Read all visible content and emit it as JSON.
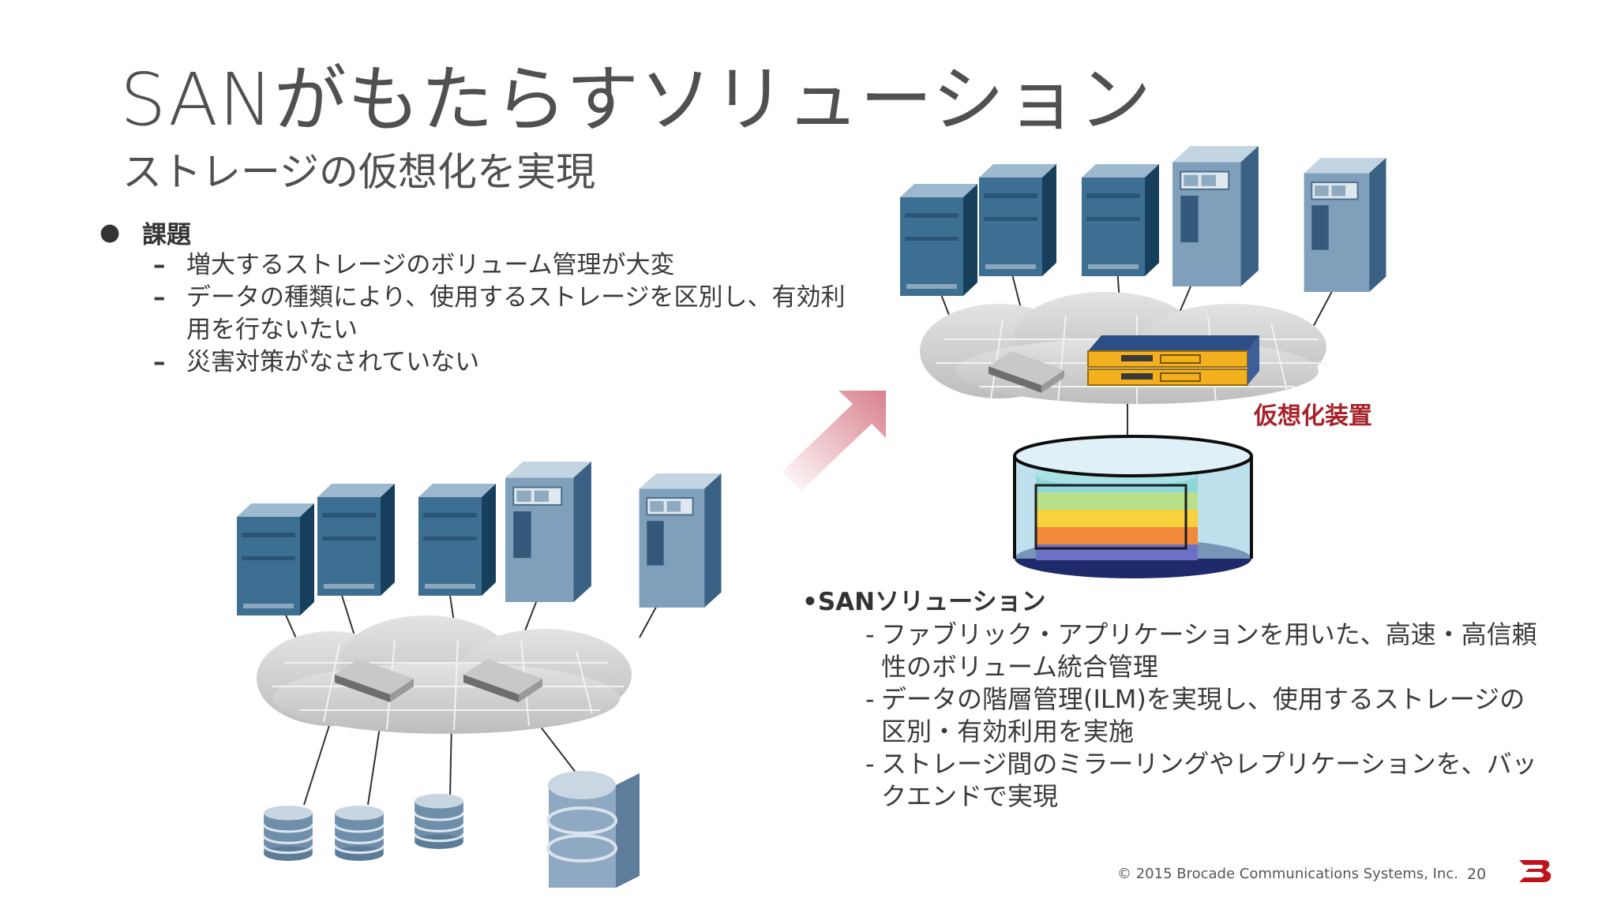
{
  "slide": {
    "title": "SANがもたらすソリューション",
    "subtitle": "ストレージの仮想化を実現"
  },
  "challenges": {
    "heading": "課題",
    "items": [
      "増大するストレージのボリューム管理が大変",
      "データの種類により、使用するストレージを区別し、有効利用を行ないたい",
      "災害対策がなされていない"
    ]
  },
  "diagram": {
    "virtualization_label": "仮想化装置",
    "colors": {
      "server_dark": "#1c4f73",
      "cloud": "#c9c9c9",
      "arrow": "#e2a0a8",
      "label_red": "#a5242a",
      "appliance": "#f2b01e"
    }
  },
  "solution": {
    "heading": "•SANソリューション",
    "items": [
      "ファブリック・アプリケーションを用いた、高速・高信頼性のボリューム統合管理",
      "データの階層管理(ILM)を実現し、使用するストレージの区別・有効利用を実施",
      "ストレージ間のミラーリングやレプリケーションを、バックエンドで実現"
    ]
  },
  "footer": {
    "copyright": "© 2015 Brocade Communications Systems, Inc.",
    "page_number": "20",
    "logo_icon": "brocade-b-logo-icon"
  }
}
